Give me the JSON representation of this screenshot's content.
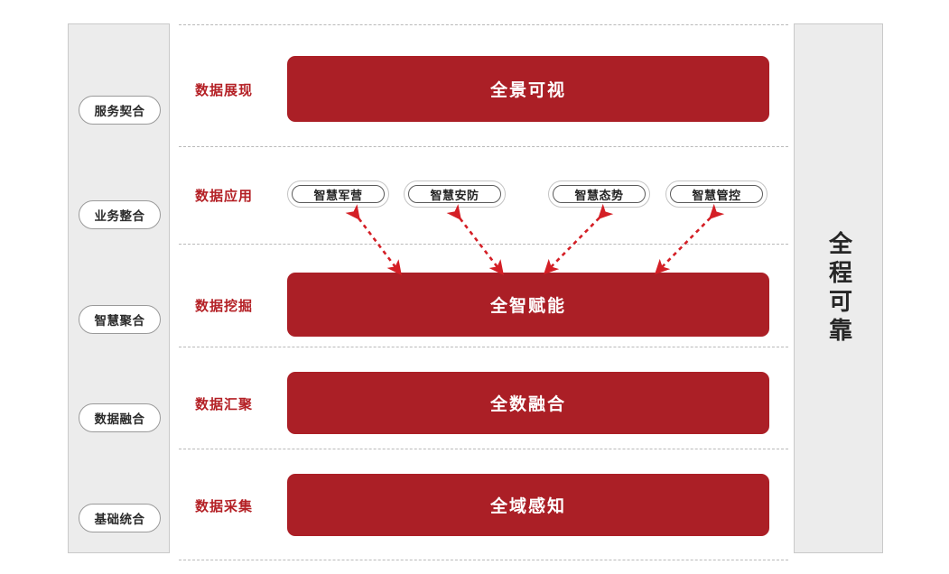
{
  "diagram": {
    "title_vertical_right": "全程可靠",
    "accent_red": "#ab1f26",
    "label_red": "#b42025",
    "panel_gray": "#ececec",
    "left_panel": {
      "stages": [
        {
          "label": "服务契合"
        },
        {
          "label": "业务整合"
        },
        {
          "label": "智慧聚合"
        },
        {
          "label": "数据融合"
        },
        {
          "label": "基础统合"
        }
      ]
    },
    "rows": [
      {
        "label": "数据展现",
        "bar": "全景可视"
      },
      {
        "label": "数据应用",
        "bar": null
      },
      {
        "label": "数据挖掘",
        "bar": "全智赋能"
      },
      {
        "label": "数据汇聚",
        "bar": "全数融合"
      },
      {
        "label": "数据采集",
        "bar": "全域感知"
      }
    ],
    "applications": [
      {
        "label": "智慧军营"
      },
      {
        "label": "智慧安防"
      },
      {
        "label": "智慧态势"
      },
      {
        "label": "智慧管控"
      }
    ],
    "connectors": [
      {
        "from": "智慧军营",
        "to": "全智赋能",
        "style": "dashed-double-arrow",
        "direction": "down-right"
      },
      {
        "from": "智慧安防",
        "to": "全智赋能",
        "style": "dashed-double-arrow",
        "direction": "down-right"
      },
      {
        "from": "智慧态势",
        "to": "全智赋能",
        "style": "dashed-double-arrow",
        "direction": "down-left"
      },
      {
        "from": "智慧管控",
        "to": "全智赋能",
        "style": "dashed-double-arrow",
        "direction": "down-left"
      }
    ]
  }
}
